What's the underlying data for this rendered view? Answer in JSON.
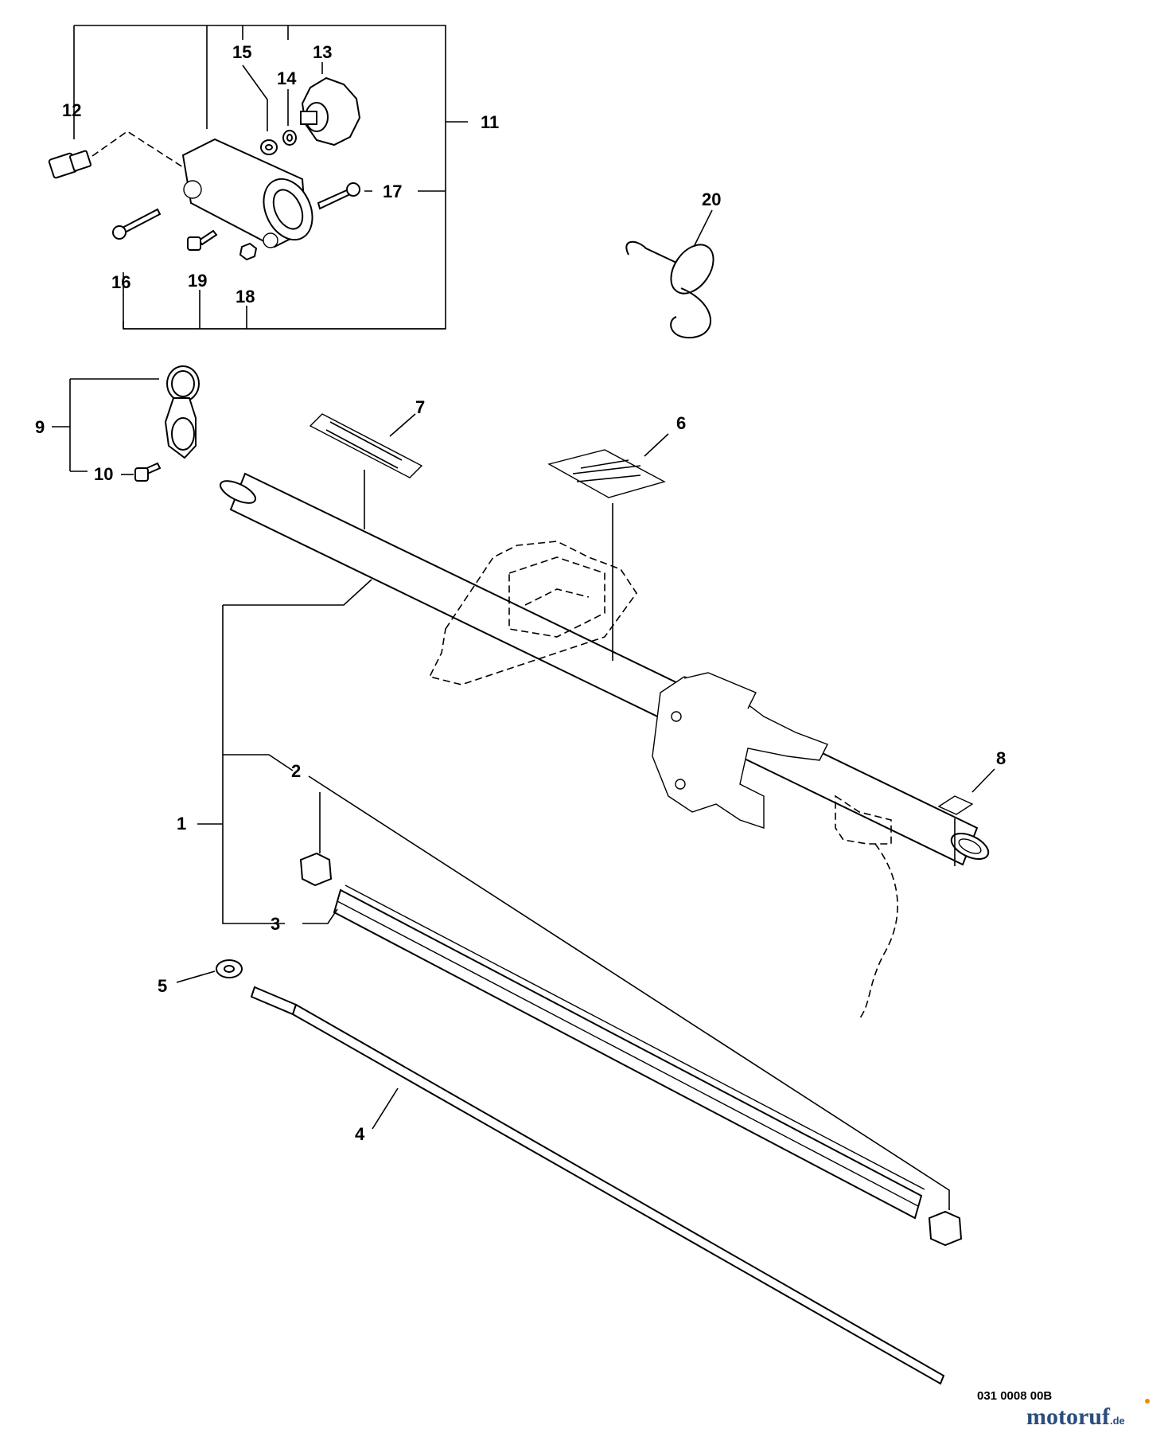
{
  "callouts": {
    "c1": "1",
    "c2": "2",
    "c3": "3",
    "c4": "4",
    "c5": "5",
    "c6": "6",
    "c7": "7",
    "c8": "8",
    "c9": "9",
    "c10": "10",
    "c11": "11",
    "c12": "12",
    "c13": "13",
    "c14": "14",
    "c15": "15",
    "c16": "16",
    "c17": "17",
    "c18": "18",
    "c19": "19",
    "c20": "20"
  },
  "figure_id": "031 0008 00B",
  "watermark": {
    "name": "motoruf",
    "tld": ".de"
  },
  "colors": {
    "ink": "#000000",
    "background": "#ffffff",
    "watermark": "#2a4d7c",
    "watermark_accent": "#f08a00"
  }
}
